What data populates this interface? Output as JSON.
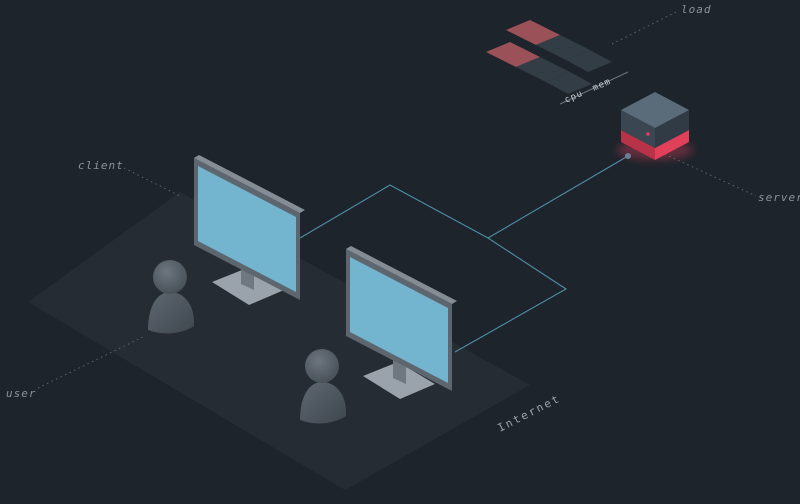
{
  "labels": {
    "client": "client",
    "user": "user",
    "server": "server",
    "load": "load",
    "internet": "Internet"
  },
  "bars": {
    "cpu": {
      "label": "cpu",
      "level": 0.5
    },
    "mem": {
      "label": "mem",
      "level": 0.5
    }
  },
  "colors": {
    "background": "#1e242b",
    "platform": "#252c33",
    "screen": "#73b4cf",
    "network_line": "#4d8fa6",
    "load_fill": "#9a5258",
    "load_empty": "#333d46",
    "server_accent": "#e0405a"
  }
}
